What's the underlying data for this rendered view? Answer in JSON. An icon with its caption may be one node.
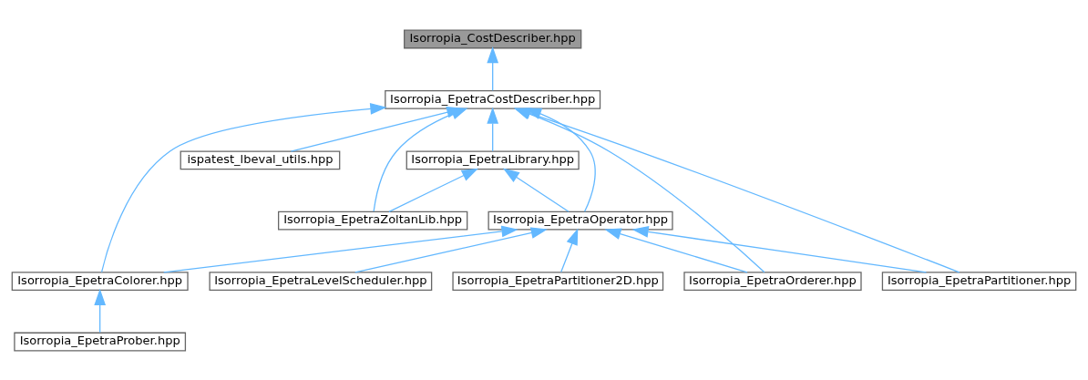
{
  "diagram": {
    "nodes": [
      {
        "text": [
          "Isorropia_CostDescriber.hpp"
        ]
      },
      {
        "text": [
          "Isorropia_EpetraCostDescriber.hpp"
        ]
      },
      {
        "text": [
          "Isorropia_EpetraLibrary.hpp"
        ]
      },
      {
        "text": [
          "ispatest_lbeval_utils.hpp"
        ]
      },
      {
        "text": [
          "Isorropia_EpetraOperator.hpp"
        ]
      },
      {
        "text": [
          "Isorropia_EpetraZoltanLib.hpp"
        ]
      },
      {
        "text": [
          "Isorropia_EpetraColorer.hpp"
        ]
      },
      {
        "text": [
          "Isorropia_EpetraPartitioner2D.hpp"
        ]
      },
      {
        "text": [
          "Isorropia_EpetraLevelScheduler.hpp"
        ]
      },
      {
        "text": [
          "Isorropia_EpetraOrderer.hpp"
        ]
      },
      {
        "text": [
          "Isorropia_EpetraPartitioner.hpp"
        ]
      },
      {
        "text": [
          "Isorropia_EpetraProber.hpp"
        ]
      }
    ],
    "edges": [
      {
        "from": 1,
        "to": 0,
        "arrow": "to"
      },
      {
        "from": 2,
        "to": 1,
        "arrow": "to"
      },
      {
        "from": 3,
        "to": 1,
        "arrow": "to"
      },
      {
        "from": 4,
        "to": 1,
        "arrow": "to"
      },
      {
        "from": 5,
        "to": 1,
        "arrow": "to"
      },
      {
        "from": 6,
        "to": 1,
        "arrow": "to"
      },
      {
        "from": 9,
        "to": 1,
        "arrow": "to"
      },
      {
        "from": 10,
        "to": 1,
        "arrow": "to"
      },
      {
        "from": 4,
        "to": 2,
        "arrow": "to"
      },
      {
        "from": 5,
        "to": 2,
        "arrow": "to"
      },
      {
        "from": 6,
        "to": 4,
        "arrow": "to"
      },
      {
        "from": 7,
        "to": 4,
        "arrow": "to"
      },
      {
        "from": 8,
        "to": 4,
        "arrow": "to"
      },
      {
        "from": 9,
        "to": 4,
        "arrow": "to"
      },
      {
        "from": 10,
        "to": 4,
        "arrow": "to"
      },
      {
        "from": 11,
        "to": 6,
        "arrow": "to"
      }
    ]
  }
}
